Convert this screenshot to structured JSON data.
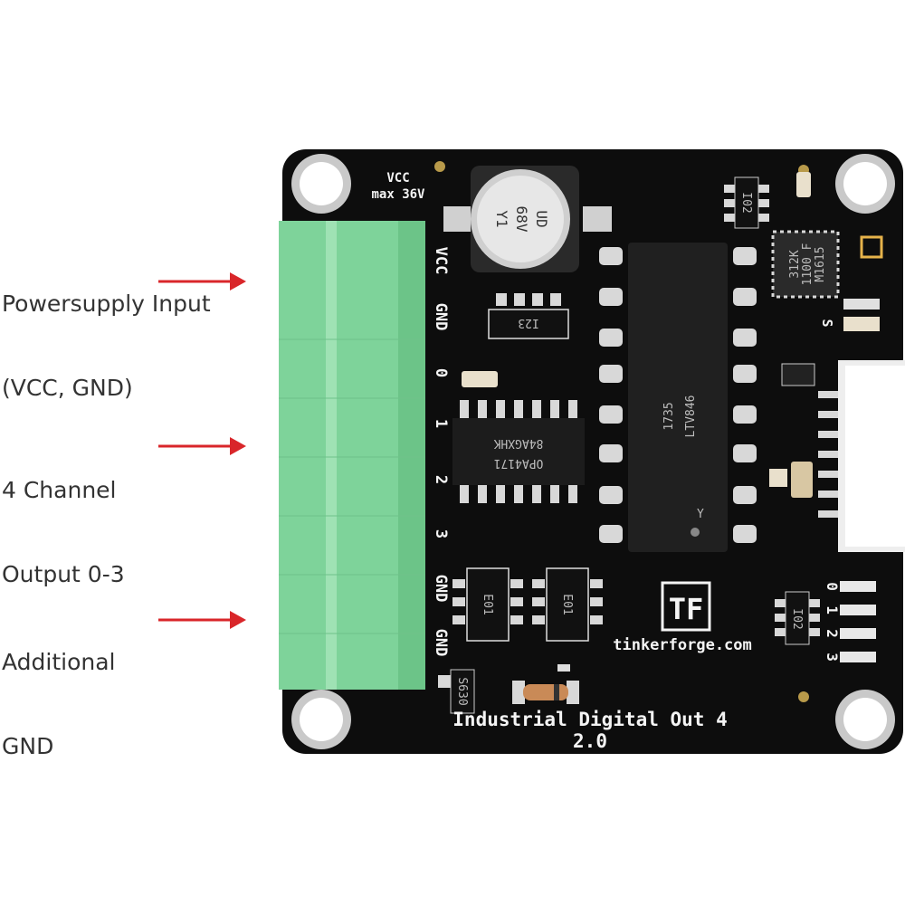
{
  "callouts": [
    {
      "line1": "Powersupply Input",
      "line2": "(VCC, GND)"
    },
    {
      "line1": "4 Channel",
      "line2": "Output 0-3"
    },
    {
      "line1": "Additional",
      "line2": "GND"
    }
  ],
  "board": {
    "vcc_label": "VCC",
    "vcc_max": "max 36V",
    "terminal_labels": [
      "VCC",
      "GND",
      "0",
      "1",
      "2",
      "3",
      "GND",
      "GND"
    ],
    "capacitor_text": [
      "UD",
      "68V",
      "Y1"
    ],
    "ic_small_label": "I23",
    "opamp_lines": [
      "OPA4171",
      "84AGXHK"
    ],
    "optocoupler_lines": [
      "1735",
      "LTV846"
    ],
    "optocoupler_mark": "Y",
    "e01_label": "E01",
    "ic_top_right": "I02",
    "qfn_lines": [
      "312K",
      "1100 F",
      "M1615"
    ],
    "s_label": "S",
    "led_labels": [
      "0",
      "1",
      "2",
      "3"
    ],
    "logo_text": "TF",
    "brand": "tinkerforge.com",
    "product_name": "Industrial Digital Out 4",
    "version": "2.0",
    "resistor_code": "S630"
  },
  "colors": {
    "pcb": "#0d0d0d",
    "terminal": "#7ed39a",
    "arrow": "#d9262a",
    "pad": "#d8d8d8"
  }
}
